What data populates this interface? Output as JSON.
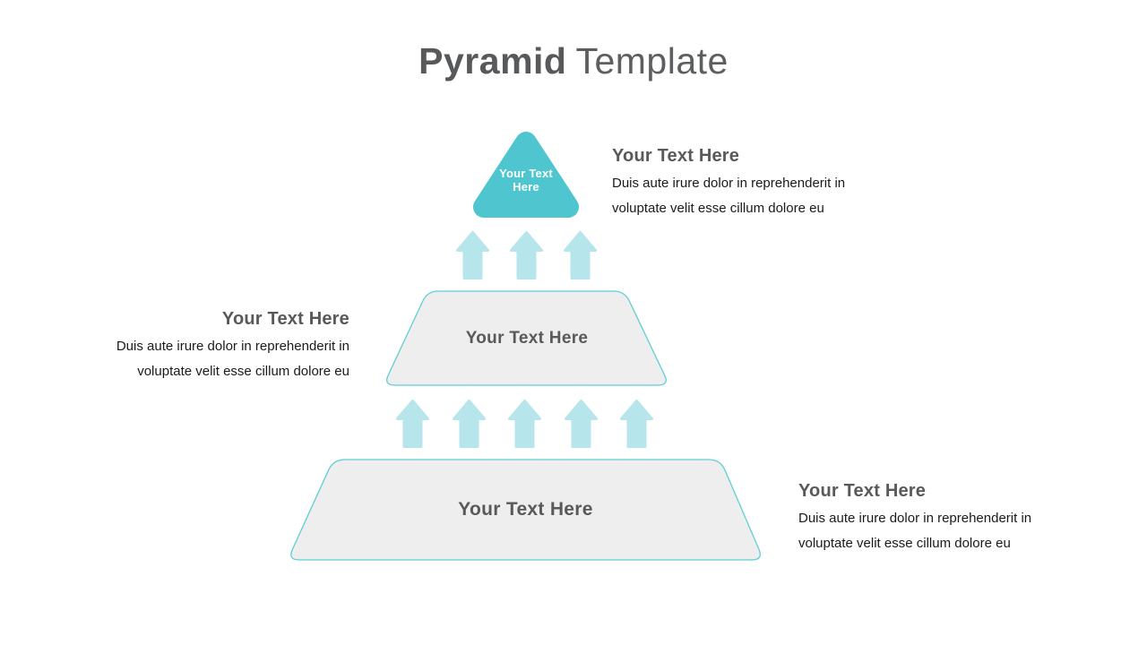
{
  "slide": {
    "title_bold": "Pyramid",
    "title_light": "Template"
  },
  "pyramid": {
    "top": {
      "label": "Your Text Here",
      "label_line1": "Your Text",
      "label_line2": "Here"
    },
    "middle": {
      "label": "Your Text Here"
    },
    "bottom": {
      "label": "Your Text Here"
    },
    "arrows": {
      "direction": "up",
      "row1_count": 3,
      "row2_count": 5
    }
  },
  "annotations": {
    "top_right": {
      "heading": "Your Text Here",
      "body_line1": "Duis aute irure dolor in reprehenderit in",
      "body_line2": "voluptate velit esse cillum dolore eu"
    },
    "middle_left": {
      "heading": "Your Text Here",
      "body_line1": "Duis aute irure dolor in reprehenderit in",
      "body_line2": "voluptate velit esse cillum dolore eu"
    },
    "bottom_right": {
      "heading": "Your Text Here",
      "body_line1": "Duis aute irure dolor in reprehenderit in",
      "body_line2": "voluptate velit esse cillum dolore eu"
    }
  },
  "colors": {
    "teal": "#4ec5cf",
    "shape_border_teal": "#5ecfd3",
    "arrow_light_blue": "#b6e5ec",
    "shape_fill_gray": "#eeeeee",
    "heading_gray": "#595959",
    "title_gray": "#58595b",
    "body_text": "#1a1a1a",
    "triangle_label_white": "#ffffff"
  }
}
